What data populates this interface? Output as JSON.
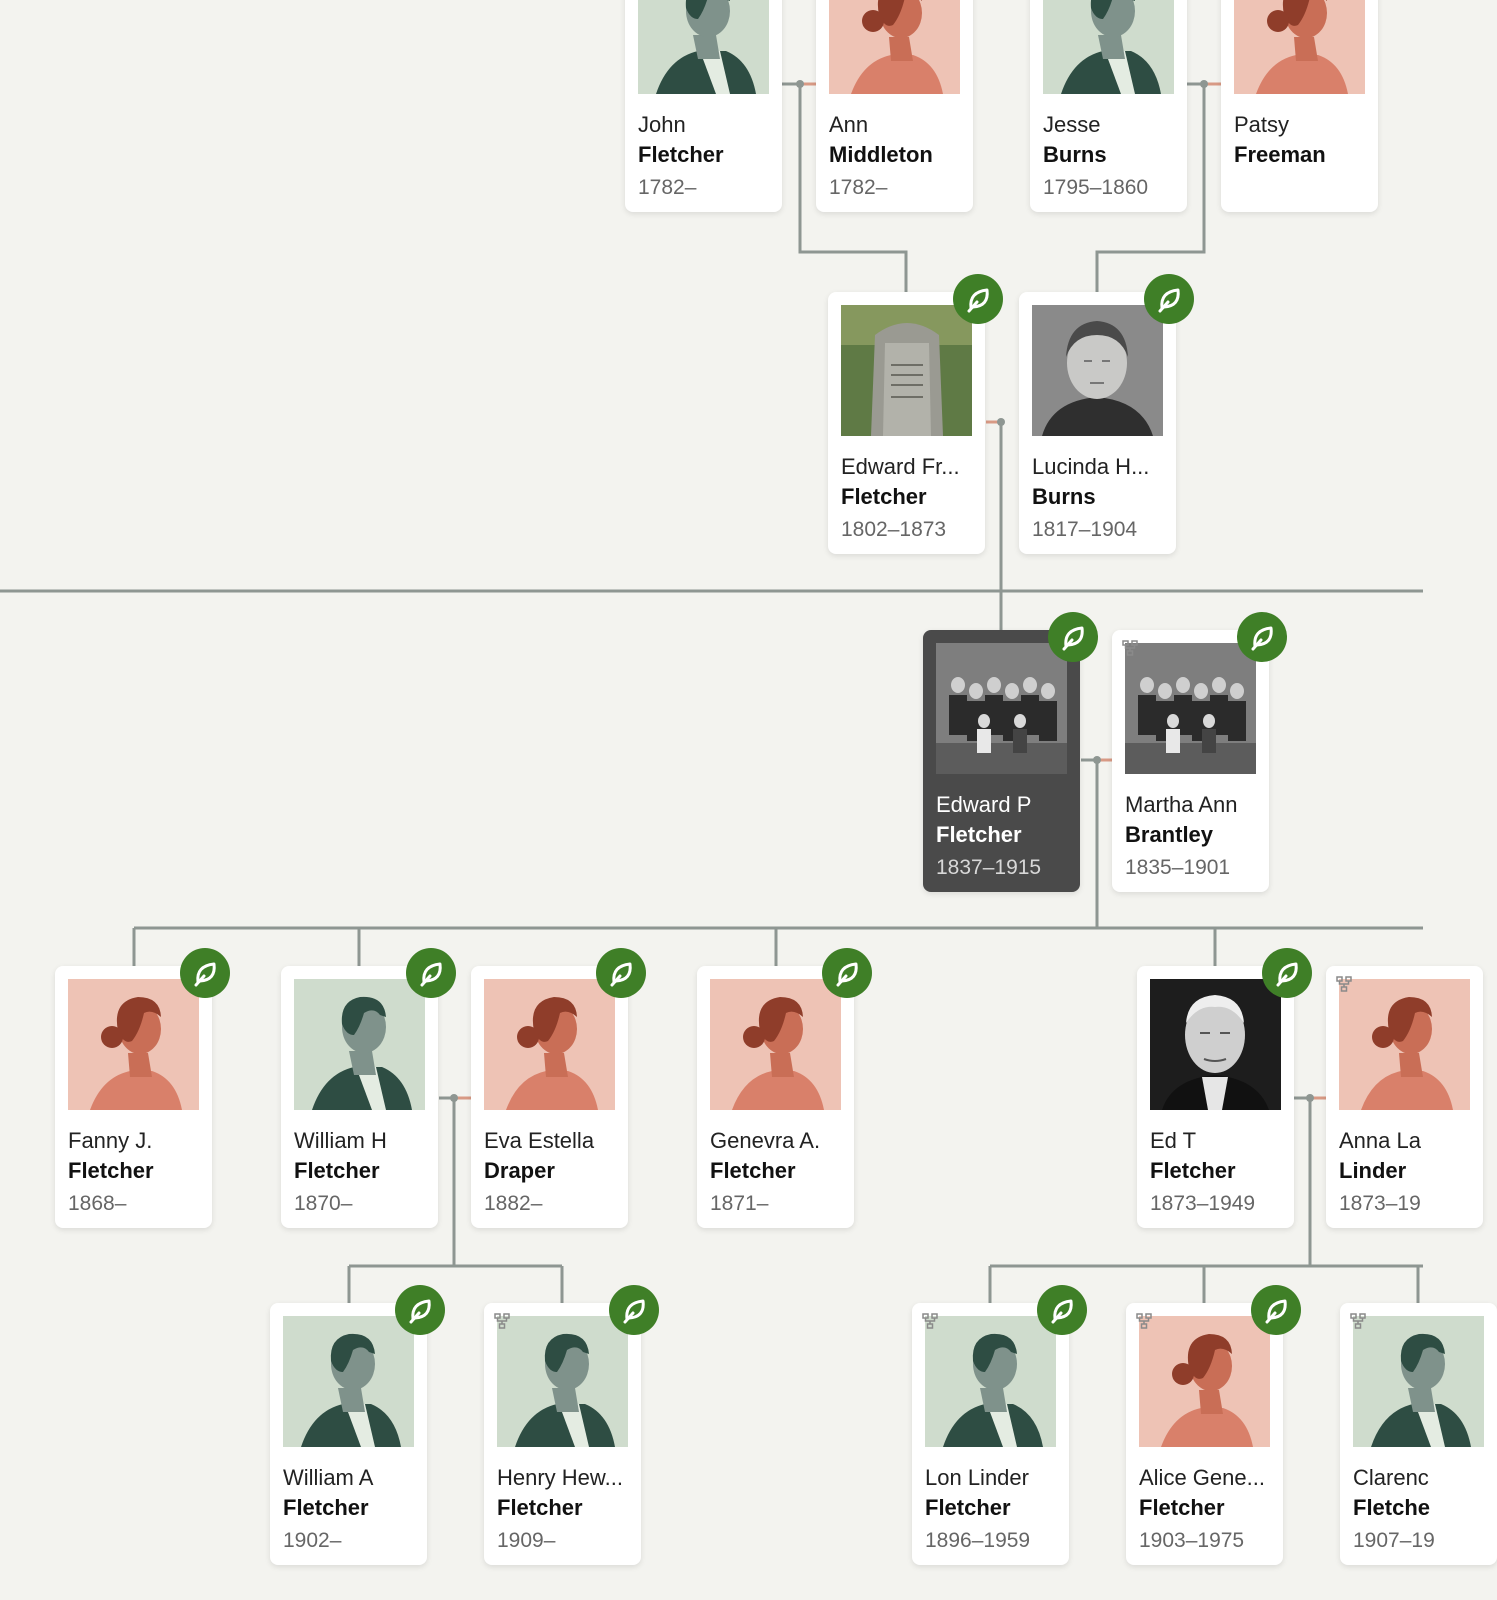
{
  "tree": {
    "people": [
      {
        "id": "john",
        "given": "John",
        "surname": "Fletcher",
        "years": "1782–",
        "gender": "male",
        "photo": "none",
        "hint": false,
        "tree_icon": false
      },
      {
        "id": "ann",
        "given": "Ann",
        "surname": "Middleton",
        "years": "1782–",
        "gender": "female",
        "photo": "none",
        "hint": false,
        "tree_icon": false
      },
      {
        "id": "jesse",
        "given": "Jesse",
        "surname": "Burns",
        "years": "1795–1860",
        "gender": "male",
        "photo": "none",
        "hint": false,
        "tree_icon": false
      },
      {
        "id": "patsy",
        "given": "Patsy",
        "surname": "Freeman",
        "years": "",
        "gender": "female",
        "photo": "none",
        "hint": false,
        "tree_icon": false
      },
      {
        "id": "edward-fr",
        "given": "Edward Fr...",
        "surname": "Fletcher",
        "years": "1802–1873",
        "gender": "male",
        "photo": "headstone",
        "hint": true,
        "tree_icon": false
      },
      {
        "id": "lucinda",
        "given": "Lucinda H...",
        "surname": "Burns",
        "years": "1817–1904",
        "gender": "female",
        "photo": "portrait-old-woman",
        "hint": true,
        "tree_icon": false
      },
      {
        "id": "edward-p",
        "given": "Edward P",
        "surname": "Fletcher",
        "years": "1837–1915",
        "gender": "male",
        "photo": "family-group",
        "hint": true,
        "tree_icon": false,
        "selected": true
      },
      {
        "id": "martha",
        "given": "Martha Ann",
        "surname": "Brantley",
        "years": "1835–1901",
        "gender": "female",
        "photo": "family-group",
        "hint": true,
        "tree_icon": true
      },
      {
        "id": "fanny",
        "given": "Fanny J.",
        "surname": "Fletcher",
        "years": "1868–",
        "gender": "female",
        "photo": "none",
        "hint": true,
        "tree_icon": false
      },
      {
        "id": "william-h",
        "given": "William H",
        "surname": "Fletcher",
        "years": "1870–",
        "gender": "male",
        "photo": "none",
        "hint": true,
        "tree_icon": false
      },
      {
        "id": "eva",
        "given": "Eva Estella",
        "surname": "Draper",
        "years": "1882–",
        "gender": "female",
        "photo": "none",
        "hint": true,
        "tree_icon": false
      },
      {
        "id": "genevra",
        "given": "Genevra A.",
        "surname": "Fletcher",
        "years": "1871–",
        "gender": "female",
        "photo": "none",
        "hint": true,
        "tree_icon": false
      },
      {
        "id": "ed-t",
        "given": "Ed T",
        "surname": "Fletcher",
        "years": "1873–1949",
        "gender": "male",
        "photo": "portrait-old-man",
        "hint": true,
        "tree_icon": false
      },
      {
        "id": "anna",
        "given": "Anna La",
        "surname": "Linder",
        "years": "1873–19",
        "gender": "female",
        "photo": "none",
        "hint": false,
        "tree_icon": true
      },
      {
        "id": "william-a",
        "given": "William A",
        "surname": "Fletcher",
        "years": "1902–",
        "gender": "male",
        "photo": "none",
        "hint": true,
        "tree_icon": false
      },
      {
        "id": "henry",
        "given": "Henry Hew...",
        "surname": "Fletcher",
        "years": "1909–",
        "gender": "male",
        "photo": "none",
        "hint": true,
        "tree_icon": true
      },
      {
        "id": "lon",
        "given": "Lon Linder",
        "surname": "Fletcher",
        "years": "1896–1959",
        "gender": "male",
        "photo": "none",
        "hint": true,
        "tree_icon": true
      },
      {
        "id": "alice",
        "given": "Alice Gene...",
        "surname": "Fletcher",
        "years": "1903–1975",
        "gender": "female",
        "photo": "none",
        "hint": true,
        "tree_icon": true
      },
      {
        "id": "clarence",
        "given": "Clarenc",
        "surname": "Fletche",
        "years": "1907–19",
        "gender": "male",
        "photo": "none",
        "hint": false,
        "tree_icon": true
      }
    ]
  },
  "colors": {
    "background": "#f3f3ef",
    "card": "#ffffff",
    "selected_card": "#4a4a4a",
    "hint_badge": "#3f7f27",
    "connector": "#8e9692",
    "spouse_line_female": "#d89a85",
    "male_avatar_bg": "#cfdccd",
    "female_avatar_bg": "#eec3b5"
  },
  "icons": {
    "hint": "leaf-icon",
    "tree": "family-tree-icon"
  }
}
